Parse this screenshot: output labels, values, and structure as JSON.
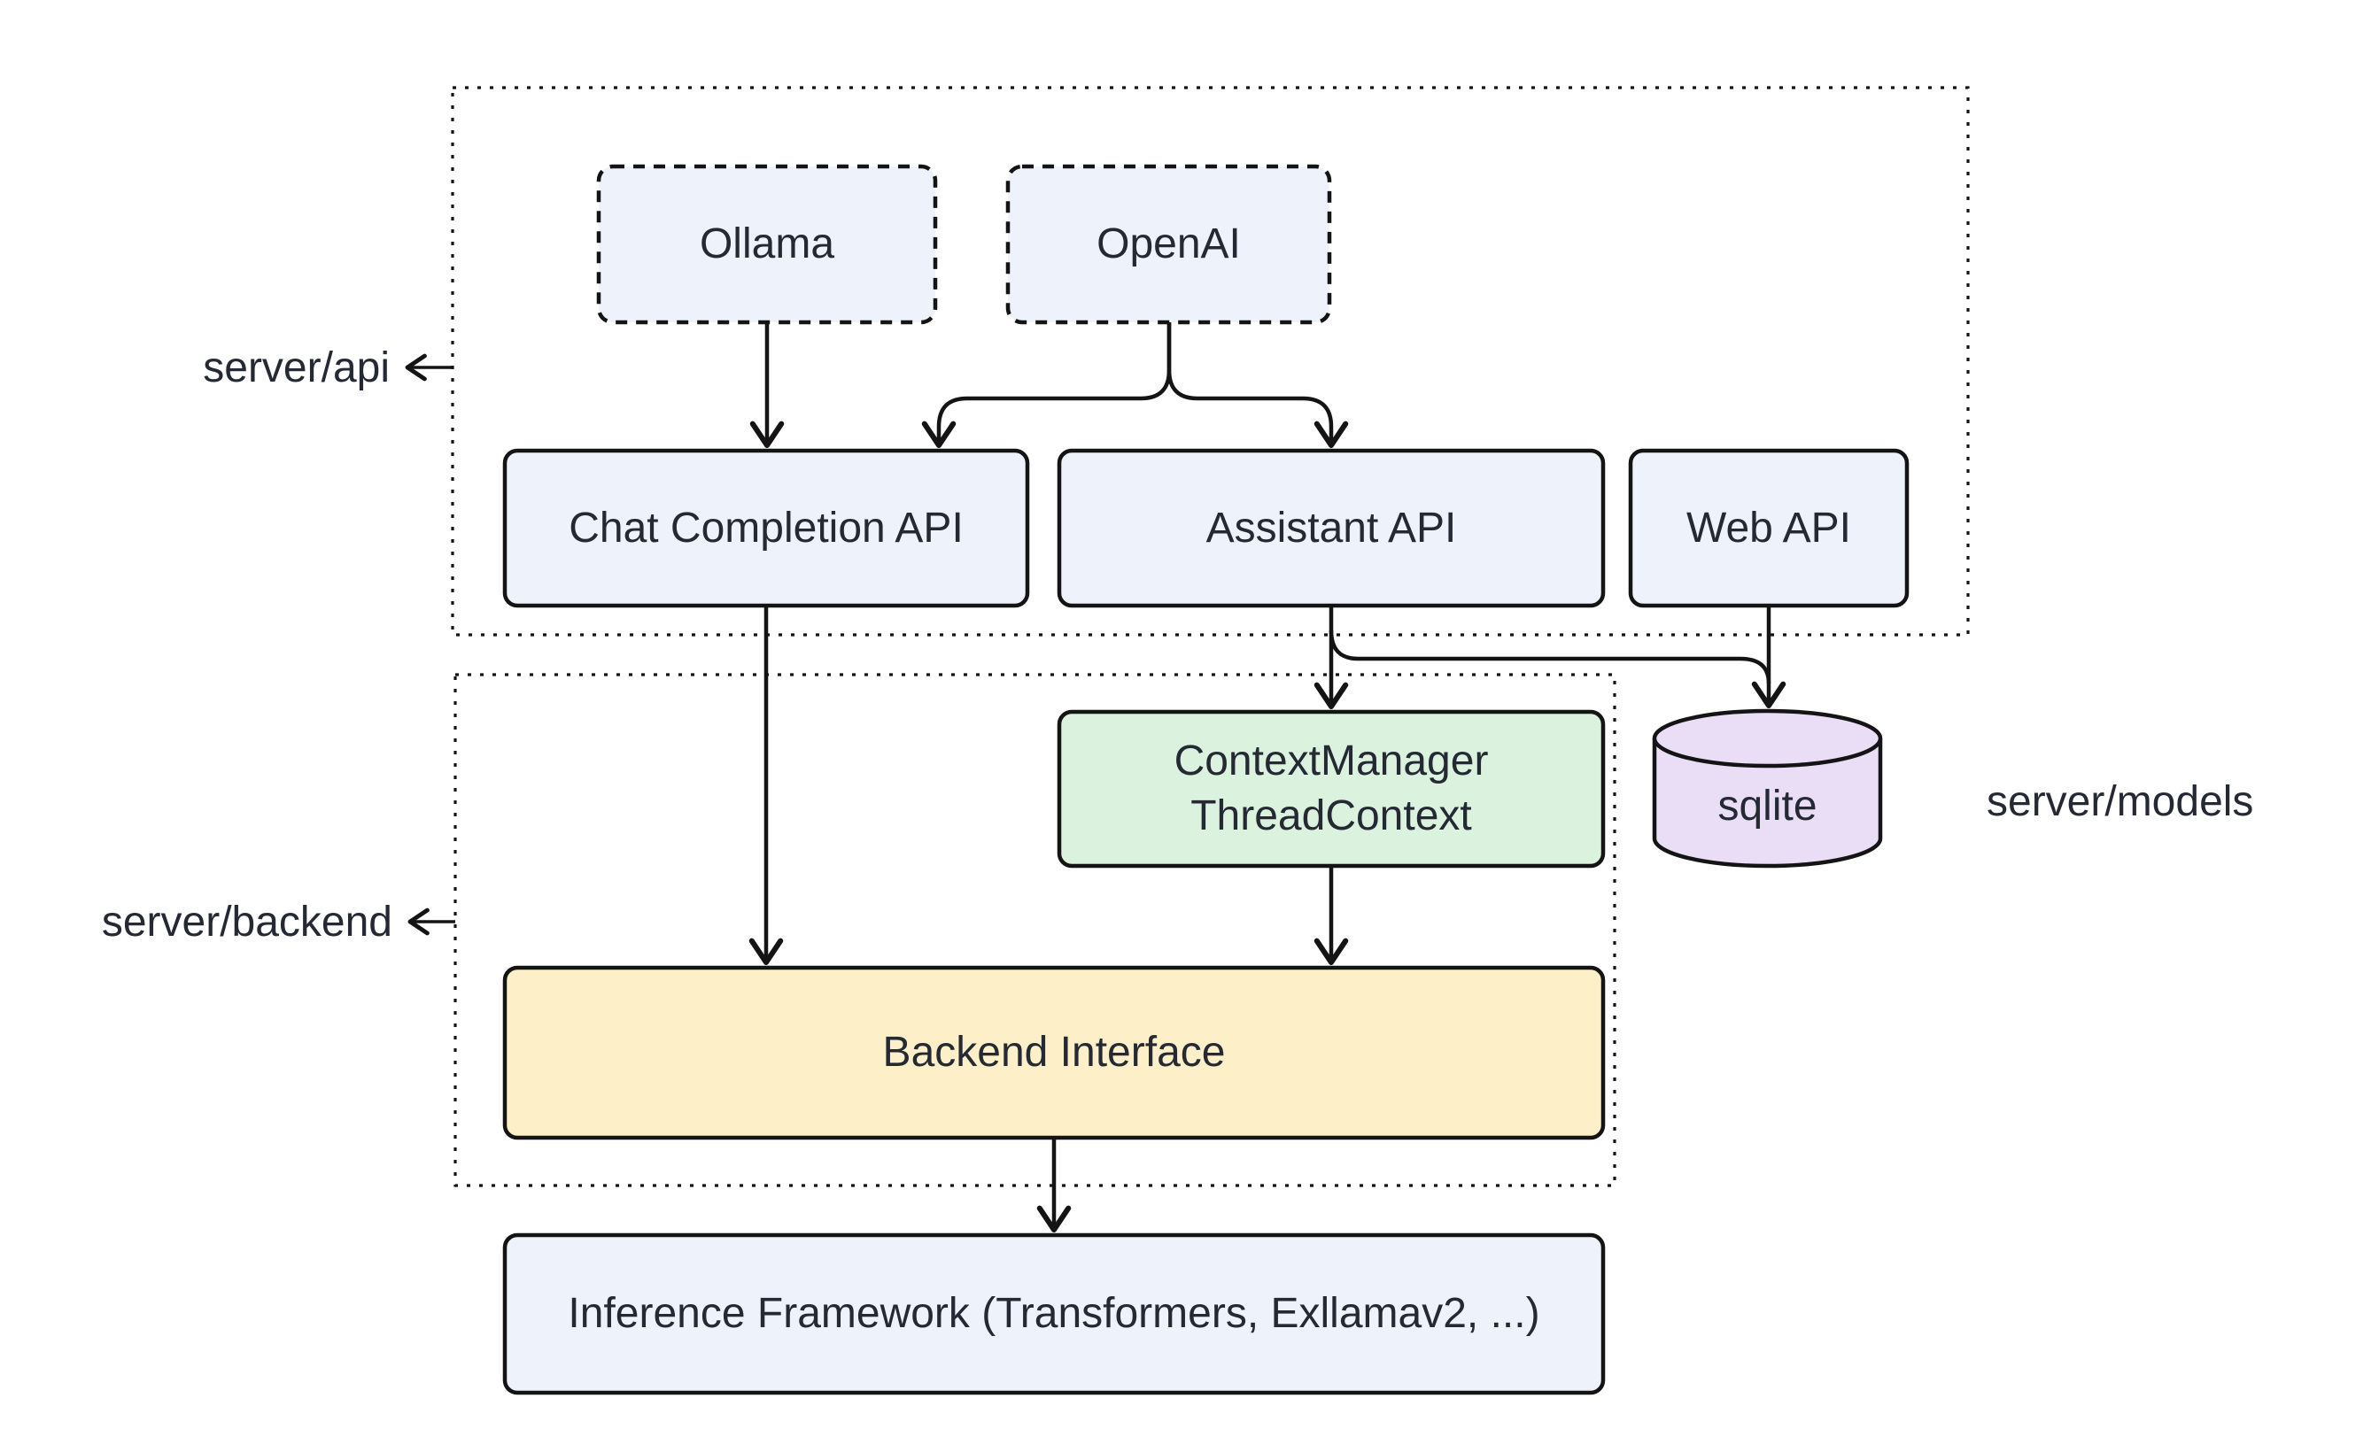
{
  "diagram": {
    "title_hint": "server architecture diagram",
    "containers": {
      "api": {
        "label": "server/api"
      },
      "backend": {
        "label": "server/backend"
      },
      "models": {
        "label": "server/models"
      }
    },
    "nodes": {
      "ollama": {
        "label": "Ollama"
      },
      "openai": {
        "label": "OpenAI"
      },
      "chat_api": {
        "label": "Chat Completion API"
      },
      "assistant_api": {
        "label": "Assistant API"
      },
      "web_api": {
        "label": "Web API"
      },
      "context_manager": {
        "line1": "ContextManager",
        "line2": "ThreadContext"
      },
      "sqlite": {
        "label": "sqlite"
      },
      "backend_interface": {
        "label": "Backend Interface"
      },
      "inference": {
        "label": "Inference Framework (Transformers, Exllamav2, ...)"
      }
    },
    "edges": [
      {
        "from": "Ollama",
        "to": "Chat Completion API"
      },
      {
        "from": "OpenAI",
        "to": "Chat Completion API"
      },
      {
        "from": "OpenAI",
        "to": "Assistant API"
      },
      {
        "from": "Chat Completion API",
        "to": "Backend Interface"
      },
      {
        "from": "Assistant API",
        "to": "ContextManager ThreadContext"
      },
      {
        "from": "Assistant API",
        "to": "sqlite"
      },
      {
        "from": "Web API",
        "to": "sqlite"
      },
      {
        "from": "ContextManager ThreadContext",
        "to": "Backend Interface"
      },
      {
        "from": "Backend Interface",
        "to": "Inference Framework (Transformers, Exllamav2, ...)"
      }
    ],
    "colors": {
      "background": "#ffffff",
      "stroke": "#141414",
      "text": "#242933",
      "node_blue": "#edf2fb",
      "node_green": "#dbf2de",
      "node_yellow": "#fdefc8",
      "node_purple": "#eadef7"
    }
  }
}
